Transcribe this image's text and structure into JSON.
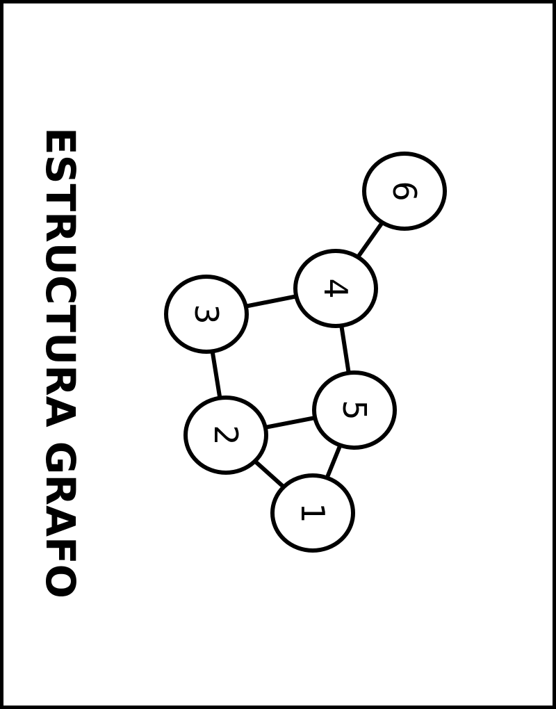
{
  "title": "ESTRUCTURA GRAFO",
  "graph": {
    "nodes": [
      {
        "id": "1",
        "label": "1"
      },
      {
        "id": "2",
        "label": "2"
      },
      {
        "id": "3",
        "label": "3"
      },
      {
        "id": "4",
        "label": "4"
      },
      {
        "id": "5",
        "label": "5"
      },
      {
        "id": "6",
        "label": "6"
      }
    ],
    "edges": [
      [
        "6",
        "4"
      ],
      [
        "4",
        "3"
      ],
      [
        "4",
        "5"
      ],
      [
        "3",
        "2"
      ],
      [
        "2",
        "5"
      ],
      [
        "2",
        "1"
      ],
      [
        "5",
        "1"
      ]
    ]
  }
}
